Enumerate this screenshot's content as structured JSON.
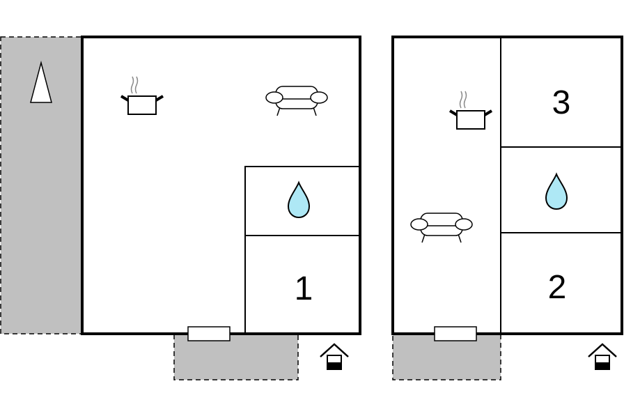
{
  "floors": [
    {
      "rooms": [
        {
          "label": "1"
        }
      ],
      "icons": [
        "terrace-area",
        "kitchen-pot-icon",
        "sofa-icon",
        "water-drop-icon",
        "door-icon",
        "north-arrow-icon",
        "entrance-house-icon"
      ]
    },
    {
      "rooms": [
        {
          "label": "3"
        },
        {
          "label": "2"
        }
      ],
      "icons": [
        "terrace-area",
        "kitchen-pot-icon",
        "sofa-icon",
        "water-drop-icon",
        "door-icon",
        "entrance-house-icon"
      ]
    }
  ],
  "colors": {
    "wall": "#000000",
    "outdoor_area": "#c0c0c0",
    "water": "#aee8f5",
    "background": "#ffffff"
  }
}
